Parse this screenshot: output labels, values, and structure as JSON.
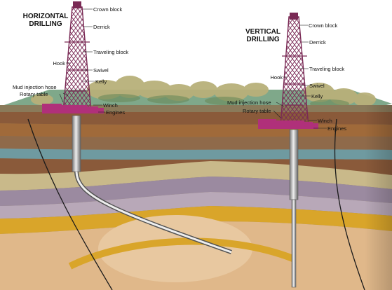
{
  "titles": {
    "horizontal": [
      "HORIZONTAL",
      "DRILLING"
    ],
    "vertical": [
      "VERTICAL",
      "DRILLING"
    ]
  },
  "horizontal_rig_labels": {
    "crown_block": "Crown block",
    "derrick": "Derrick",
    "traveling_block": "Traveling block",
    "hook": "Hook",
    "swivel": "Swivel",
    "kelly": "Kelly",
    "mud_injection_hose": "Mud injection hose",
    "rotary_table": "Rotary table",
    "winch": "Winch",
    "engines": "Engines"
  },
  "vertical_rig_labels": {
    "crown_block": "Crown block",
    "derrick": "Derrick",
    "traveling_block": "Traveling block",
    "hook": "Hook",
    "swivel": "Swivel",
    "kelly": "Kelly",
    "mud_injection_hose": "Mud injection hose",
    "rotary_table": "Rotary table",
    "winch": "Winch",
    "engines": "Engines"
  },
  "colors": {
    "surface_green": "#7fa88a",
    "soil_brown": "#8a5a3a",
    "rock_teal": "#6f9aa0",
    "rock_purple": "#9b8aa0",
    "reservoir_gold": "#d9a52a",
    "sand": "#e0b88a",
    "derrick_purple": "#7a2a55",
    "equipment_magenta": "#b0307a",
    "pipe_gray": "#a8a8a8"
  }
}
